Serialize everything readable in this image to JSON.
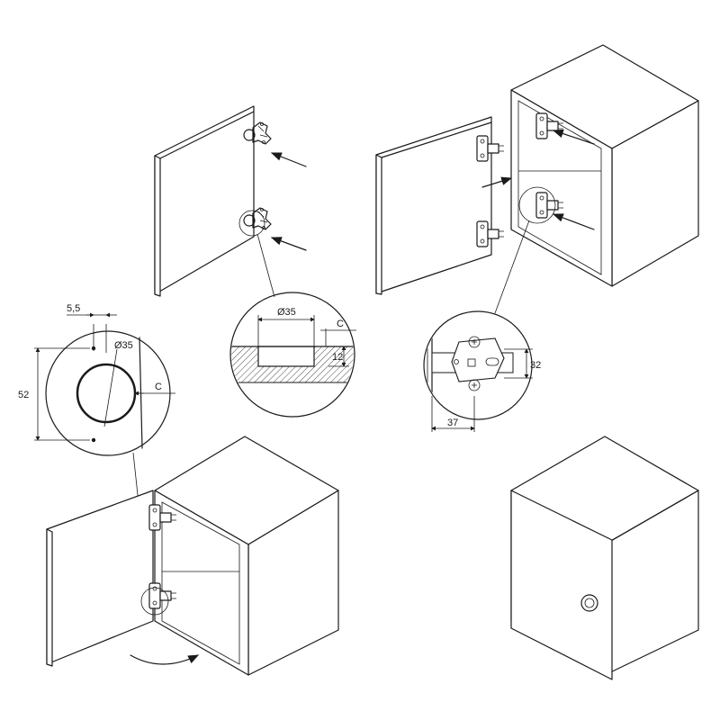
{
  "dimensions": {
    "offset_top": "5,5",
    "cup_diameter_detail1": "Ø35",
    "cup_diameter_detail2": "Ø35",
    "edge_distance_1": "C",
    "edge_distance_2": "C",
    "hole_spacing": "52",
    "cup_depth": "12",
    "plate_height": "32",
    "plate_offset": "37"
  }
}
